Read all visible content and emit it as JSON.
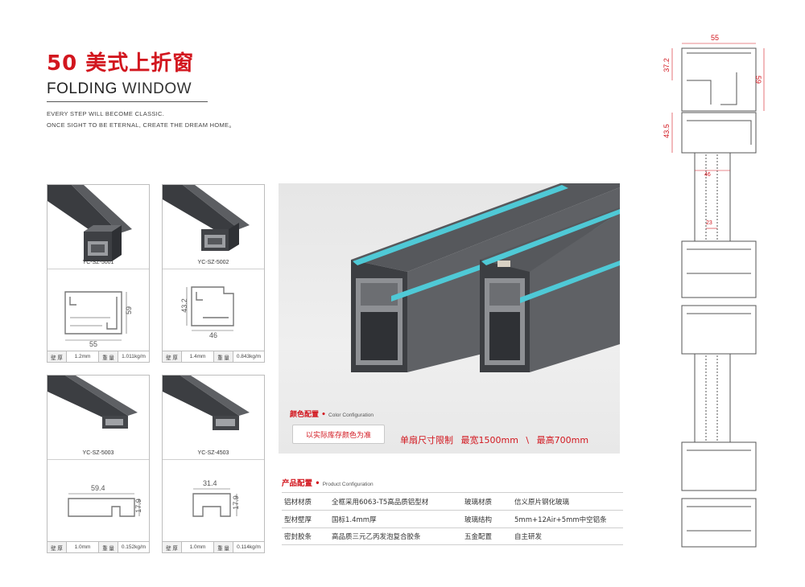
{
  "header": {
    "title": "50 美式上折窗",
    "subtitle_bold": "FOLDING",
    "subtitle_rest": " WINDOW",
    "slogan_line1": "EVERY STEP WILL BECOME CLASSIC.",
    "slogan_line2": "ONCE SIGHT TO BE ETERNAL, CREATE THE DREAM HOME。"
  },
  "profiles": [
    {
      "code": "YC-SZ-5001",
      "dim_a": "55",
      "dim_b": "59",
      "thickness_label": "壁 厚",
      "thickness": "1.2mm",
      "weight_label": "重 量",
      "weight": "1.011kg/m"
    },
    {
      "code": "YC-SZ-5002",
      "dim_a": "46",
      "dim_b": "43.2",
      "thickness_label": "壁 厚",
      "thickness": "1.4mm",
      "weight_label": "重 量",
      "weight": "0.843kg/m"
    },
    {
      "code": "YC-SZ-5003",
      "dim_a": "59.4",
      "dim_b": "17.9",
      "thickness_label": "壁 厚",
      "thickness": "1.0mm",
      "weight_label": "重 量",
      "weight": "0.152kg/m"
    },
    {
      "code": "YC-SZ-4503",
      "dim_a": "31.4",
      "dim_b": "17.9",
      "thickness_label": "壁 厚",
      "thickness": "1.0mm",
      "weight_label": "重 量",
      "weight": "0.114kg/m"
    }
  ],
  "color_config": {
    "heading": "颜色配置",
    "heading_en": "Color Configuration",
    "button_label": "以实际库存颜色为准",
    "size_note": "单扇尺寸限制 最宽1500mm \\ 最高700mm"
  },
  "product_config": {
    "heading": "产品配置",
    "heading_en": "Product Configuration",
    "rows": [
      {
        "k1": "铝材材质",
        "v1": "全框采用6063-T5高品质铝型材",
        "k2": "玻璃材质",
        "v2": "信义原片钢化玻璃"
      },
      {
        "k1": "型材壁厚",
        "v1": "国标1.4mm厚",
        "k2": "玻璃结构",
        "v2": "5mm+12Air+5mm中空铝条"
      },
      {
        "k1": "密封胶条",
        "v1": "高品质三元乙丙发泡复合胶条",
        "k2": "五金配置",
        "v2": "自主研发"
      }
    ]
  },
  "section": {
    "dim_top": "55",
    "dim_left_1": "37.2",
    "dim_right": "59",
    "dim_left_2": "43.5",
    "dim_mid": "46",
    "dim_glass": "23"
  },
  "colors": {
    "accent": "#d2161e",
    "profile_dark": "#4a4c50",
    "seal_cyan": "#4fc9d6"
  }
}
